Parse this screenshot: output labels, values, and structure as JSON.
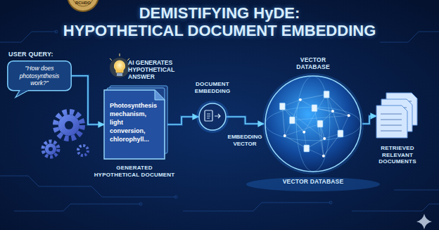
{
  "diagram": {
    "title": "DEMISTIFYING HyDE: HYPOTHETICAL DOCUMENT EMBEDDING",
    "nodes": [
      {
        "text": [
          "USER QUERY:",
          "\"How does photosynthesis work?\""
        ]
      },
      {
        "text": [
          "Photosynthesis mechanism, light conversion, chlorophyll...",
          "GENERATED HYPOTHETICAL DOCUMENT"
        ]
      },
      {
        "text": [
          "DOCUMENT EMBEDDING"
        ]
      },
      {
        "text": [
          "VECTOR DATABASE",
          "VECTOR DATABASE"
        ]
      },
      {
        "text": [
          "RETRIEVED RELEVANT DOCUMENTS"
        ]
      }
    ],
    "edges": [
      {
        "from": 0,
        "to": 1,
        "arrow": "to"
      },
      {
        "from": 1,
        "to": 2,
        "arrow": "to"
      },
      {
        "from": 2,
        "to": 3,
        "arrow": "to"
      },
      {
        "from": 3,
        "to": 4,
        "arrow": "to"
      }
    ],
    "labels": [
      "AI GENERATES HYPOTHETICAL ANSWER",
      "EMBEDDING VECTOR",
      "RCHDO"
    ]
  }
}
